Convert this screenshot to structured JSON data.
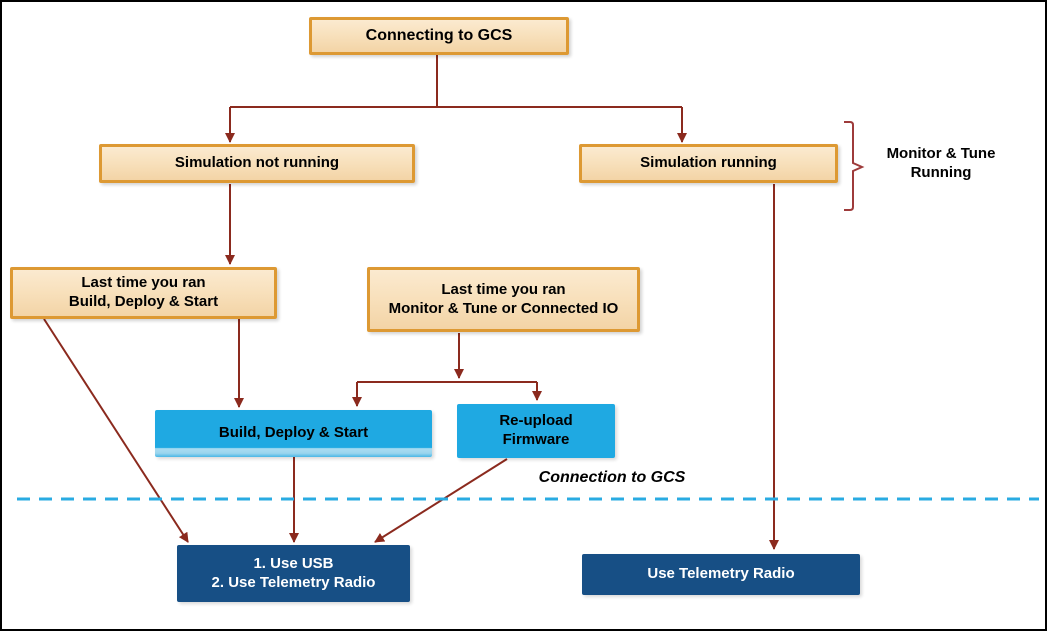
{
  "diagram": {
    "nodes": {
      "connecting_gcs": {
        "lines": [
          "Connecting to GCS"
        ]
      },
      "sim_not_running": {
        "lines": [
          "Simulation not running"
        ]
      },
      "sim_running": {
        "lines": [
          "Simulation running"
        ]
      },
      "last_bds": {
        "lines": [
          "Last time you ran",
          "Build, Deploy & Start"
        ]
      },
      "last_mt": {
        "lines": [
          "Last time you ran",
          "Monitor & Tune or Connected IO"
        ]
      },
      "build_deploy_start": {
        "lines": [
          "Build, Deploy & Start"
        ]
      },
      "reupload_firmware": {
        "lines": [
          "Re-upload",
          "Firmware"
        ]
      },
      "use_usb": {
        "lines": [
          "1. Use USB",
          "2. Use Telemetry Radio"
        ]
      },
      "use_telemetry": {
        "lines": [
          "Use Telemetry Radio"
        ]
      }
    },
    "annotations": {
      "monitor_tune": {
        "lines": [
          "Monitor & Tune",
          "Running"
        ]
      },
      "connection_gcs": "Connection to GCS"
    },
    "colors": {
      "orange_border": "#DD9933",
      "orange_fill_top": "#FBEAD0",
      "orange_fill_bottom": "#F3D4A6",
      "cyan_fill": "#1FA9E2",
      "navy_fill": "#174F85",
      "arrow_line": "#8B2A1E",
      "bracket": "#9E3B3B",
      "dashed_line": "#29ABE2",
      "canvas_border": "#000000"
    }
  }
}
